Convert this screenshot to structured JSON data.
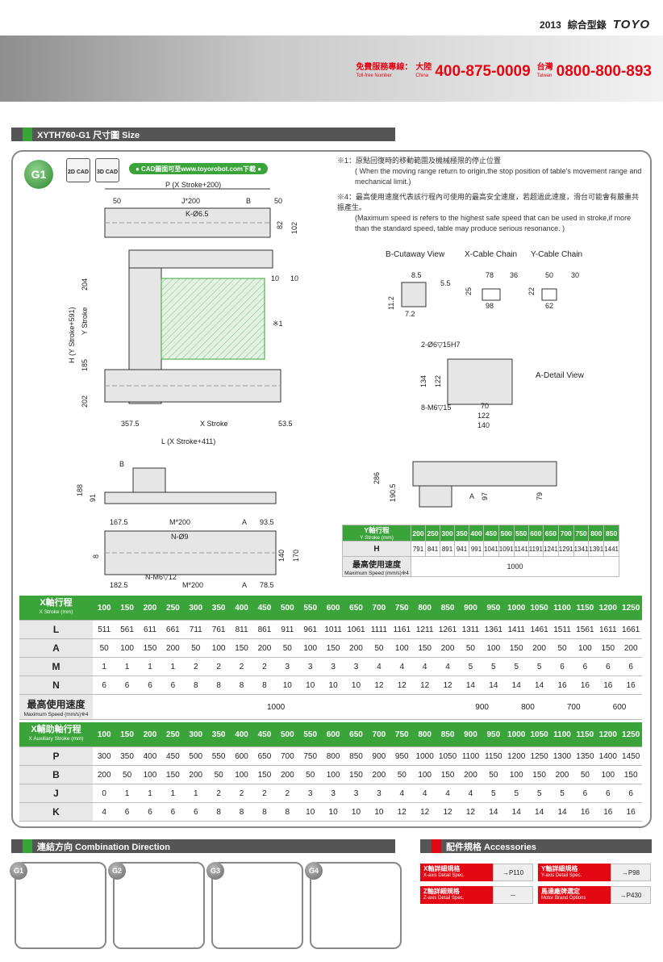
{
  "header": {
    "year": "2013",
    "catalog": "綜合型錄",
    "brand": "TOYO"
  },
  "hotline": {
    "label": "免費服務專線：",
    "label_en": "Toll-free Number",
    "china_label": "大陸",
    "china_en": "China",
    "china_number": "400-875-0009",
    "taiwan_label": "台灣",
    "taiwan_en": "Taiwan",
    "taiwan_number": "0800-800-893"
  },
  "size_section": {
    "title": "XYTH760-G1 尺寸圖  Size"
  },
  "g1_badge": "G1",
  "cad": {
    "cad2d": "2D CAD",
    "cad3d": "3D CAD",
    "download": "● CAD圖面可至www.toyorobot.com下載 ●"
  },
  "notes": {
    "n1_cn": "※1：原點回復時的移動範圍及機械極限的停止位置",
    "n1_en": "( When the moving range return to origin,the stop position of table's movement range and mechanical limit.)",
    "n4_cn": "※4：最高使用速度代表該行程內可使用的最高安全速度，若超過此速度，滑台可能會有嚴重共振產生。",
    "n4_en": "(Maximum speed is refers to the highest safe speed that can be used in stroke,if more than the standard speed, table may produce serious resonance. )"
  },
  "views": {
    "cutaway": "B-Cutaway View",
    "xcable": "X-Cable Chain",
    "ycable": "Y-Cable Chain",
    "adetail": "A-Detail View"
  },
  "dims": {
    "p_stroke": "P (X Stroke+200)",
    "j200": "J*200",
    "d50a": "50",
    "db": "B",
    "d50b": "50",
    "k65": "K-Ø6.5",
    "d82": "82",
    "d102": "102",
    "d204": "204",
    "d185": "185",
    "d202": "202",
    "d10a": "10",
    "d10b": "10",
    "mark1": "※1",
    "hstroke": "H (Y Stroke+591)",
    "ystroke": "Y Stroke",
    "d3575": "357.5",
    "xstroke": "X Stroke",
    "d535": "53.5",
    "lstroke": "L (X Stroke+411)",
    "b_label": "B",
    "d188": "188",
    "d91": "91",
    "d286": "286",
    "d1905": "190.5",
    "a_lbl": "A",
    "d97": "97",
    "d79": "79",
    "d1675": "167.5",
    "m200": "M*200",
    "a_top": "A",
    "d935": "93.5",
    "n9": "N-Ø9",
    "nm6": "N-M6▽12",
    "d1825": "182.5",
    "m200b": "M*200",
    "a_bot": "A",
    "d785": "78.5",
    "d140": "140",
    "d170": "170",
    "d8": "8",
    "c85": "8.5",
    "c55": "5.5",
    "c112": "11.2",
    "c72": "7.2",
    "c25": "25",
    "c78": "78",
    "c36": "36",
    "c98": "98",
    "c22": "22",
    "c50": "50",
    "c30": "30",
    "c62": "62",
    "a_h7": "2-Ø6▽15H7",
    "a134": "134",
    "a122v": "122",
    "a_m6": "8-M6▽15",
    "a70": "70",
    "a122": "122",
    "a140": "140"
  },
  "ytable": {
    "header_cn": "Y軸行程",
    "header_en": "Y Stroke (mm)",
    "strokes": [
      "200",
      "250",
      "300",
      "350",
      "400",
      "450",
      "500",
      "550",
      "600",
      "650",
      "700",
      "750",
      "800",
      "850"
    ],
    "h_label": "H",
    "h_values": [
      "791",
      "841",
      "891",
      "941",
      "991",
      "1041",
      "1091",
      "1141",
      "1191",
      "1241",
      "1291",
      "1341",
      "1391",
      "1441"
    ],
    "speed_cn": "最高使用速度",
    "speed_en": "Maximum Speed (mm/s)※4",
    "speed_value": "1000"
  },
  "xtable": {
    "header_cn": "X軸行程",
    "header_en": "X Stroke (mm)",
    "strokes": [
      "100",
      "150",
      "200",
      "250",
      "300",
      "350",
      "400",
      "450",
      "500",
      "550",
      "600",
      "650",
      "700",
      "750",
      "800",
      "850",
      "900",
      "950",
      "1000",
      "1050",
      "1100",
      "1150",
      "1200",
      "1250"
    ],
    "rows": [
      {
        "label": "L",
        "values": [
          "511",
          "561",
          "611",
          "661",
          "711",
          "761",
          "811",
          "861",
          "911",
          "961",
          "1011",
          "1061",
          "1111",
          "1161",
          "1211",
          "1261",
          "1311",
          "1361",
          "1411",
          "1461",
          "1511",
          "1561",
          "1611",
          "1661"
        ]
      },
      {
        "label": "A",
        "values": [
          "50",
          "100",
          "150",
          "200",
          "50",
          "100",
          "150",
          "200",
          "50",
          "100",
          "150",
          "200",
          "50",
          "100",
          "150",
          "200",
          "50",
          "100",
          "150",
          "200",
          "50",
          "100",
          "150",
          "200"
        ]
      },
      {
        "label": "M",
        "values": [
          "1",
          "1",
          "1",
          "1",
          "2",
          "2",
          "2",
          "2",
          "3",
          "3",
          "3",
          "3",
          "4",
          "4",
          "4",
          "4",
          "5",
          "5",
          "5",
          "5",
          "6",
          "6",
          "6",
          "6"
        ]
      },
      {
        "label": "N",
        "values": [
          "6",
          "6",
          "6",
          "6",
          "8",
          "8",
          "8",
          "8",
          "10",
          "10",
          "10",
          "10",
          "12",
          "12",
          "12",
          "12",
          "14",
          "14",
          "14",
          "14",
          "16",
          "16",
          "16",
          "16"
        ]
      }
    ],
    "speed_cn": "最高使用速度",
    "speed_en": "Maximum Speed (mm/s)※4",
    "speeds": [
      "1000",
      "900",
      "800",
      "700",
      "600"
    ]
  },
  "auxtable": {
    "header_cn": "X輔助軸行程",
    "header_en": "X Auxiliary Stroke (mm)",
    "strokes": [
      "100",
      "150",
      "200",
      "250",
      "300",
      "350",
      "400",
      "450",
      "500",
      "550",
      "600",
      "650",
      "700",
      "750",
      "800",
      "850",
      "900",
      "950",
      "1000",
      "1050",
      "1100",
      "1150",
      "1200",
      "1250"
    ],
    "rows": [
      {
        "label": "P",
        "values": [
          "300",
          "350",
          "400",
          "450",
          "500",
          "550",
          "600",
          "650",
          "700",
          "750",
          "800",
          "850",
          "900",
          "950",
          "1000",
          "1050",
          "1100",
          "1150",
          "1200",
          "1250",
          "1300",
          "1350",
          "1400",
          "1450"
        ]
      },
      {
        "label": "B",
        "values": [
          "200",
          "50",
          "100",
          "150",
          "200",
          "50",
          "100",
          "150",
          "200",
          "50",
          "100",
          "150",
          "200",
          "50",
          "100",
          "150",
          "200",
          "50",
          "100",
          "150",
          "200",
          "50",
          "100",
          "150"
        ]
      },
      {
        "label": "J",
        "values": [
          "0",
          "1",
          "1",
          "1",
          "1",
          "2",
          "2",
          "2",
          "2",
          "3",
          "3",
          "3",
          "3",
          "4",
          "4",
          "4",
          "4",
          "5",
          "5",
          "5",
          "5",
          "6",
          "6",
          "6"
        ]
      },
      {
        "label": "K",
        "values": [
          "4",
          "6",
          "6",
          "6",
          "6",
          "8",
          "8",
          "8",
          "8",
          "10",
          "10",
          "10",
          "10",
          "12",
          "12",
          "12",
          "12",
          "14",
          "14",
          "14",
          "14",
          "16",
          "16",
          "16"
        ]
      }
    ]
  },
  "combination": {
    "title": "連結方向  Combination Direction",
    "items": [
      "G1",
      "G2",
      "G3",
      "G4"
    ]
  },
  "accessories": {
    "title": "配件規格 Accessories",
    "items": [
      {
        "cn": "X軸詳細規格",
        "en": "X-axis Detail Spec.",
        "ref": "→P110"
      },
      {
        "cn": "Y軸詳細規格",
        "en": "Y-axis Detail Spec.",
        "ref": "→P98"
      },
      {
        "cn": "Z軸詳細規格",
        "en": "Z-axis Detail Spec.",
        "ref": "－"
      },
      {
        "cn": "馬達廠牌選定",
        "en": "Motor Brand Options",
        "ref": "→P430"
      }
    ]
  }
}
